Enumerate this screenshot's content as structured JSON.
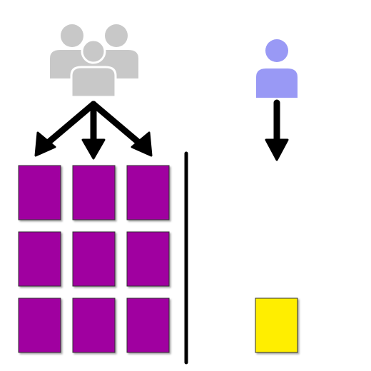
{
  "colors": {
    "group_person": "#c8c8c8",
    "single_person": "#9999f5",
    "group_tile": "#a000a0",
    "single_tile": "#ffee00",
    "arrow": "#000000",
    "divider": "#000000",
    "tile_border": "#333333"
  },
  "icons": {
    "group": "people-group-icon",
    "single": "person-icon"
  },
  "group_side": {
    "people_count": 3,
    "arrow_count": 3,
    "tile_rows": 3,
    "tile_cols": 3
  },
  "single_side": {
    "people_count": 1,
    "arrow_count": 1,
    "tile_count": 1
  }
}
